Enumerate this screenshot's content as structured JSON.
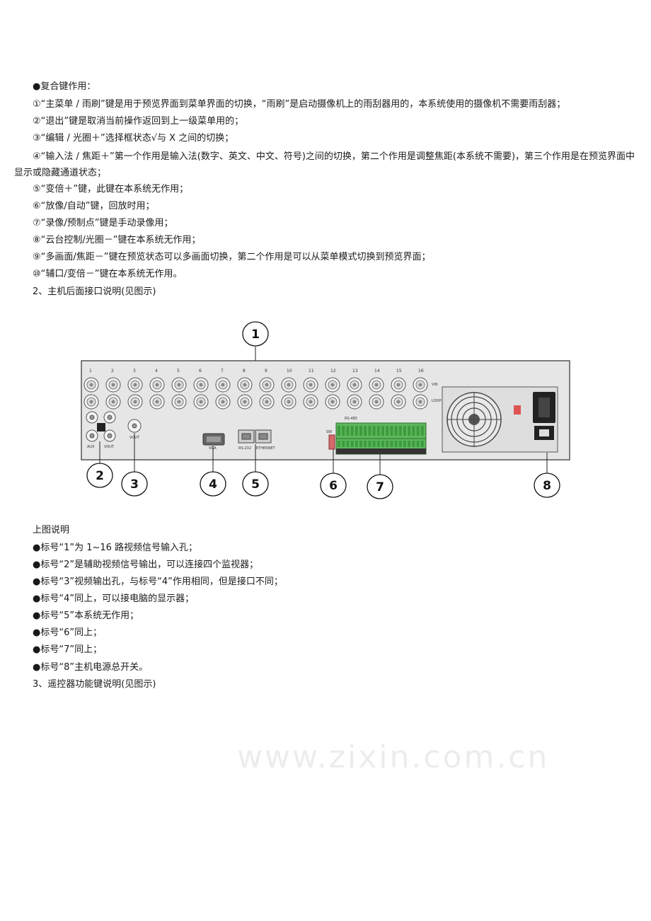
{
  "intro": {
    "heading": "●复合键作用：",
    "items": [
      "①“主菜单 / 雨刷”键是用于预览界面到菜单界面的切换，“雨刷”是启动摄像机上的雨刮器用的，本系统使用的摄像机不需要雨刮器；",
      "②“退出”键是取消当前操作返回到上一级菜单用的；",
      "③“编辑 / 光圈＋”选择框状态√与 X 之间的切换；",
      "④“输入法 / 焦距＋”第一个作用是输入法(数字、英文、中文、符号)之间的切换，第二个作用是调整焦距(本系统不需要)，第三个作用是在预览界面中显示或隐藏通道状态；",
      "⑤“变倍＋”键，此键在本系统无作用；",
      "⑥“放像/自动”键，回放时用；",
      "⑦“录像/预制点”键是手动录像用；",
      "⑧“云台控制/光圈－”键在本系统无作用；",
      "⑨“多画面/焦距－”键在预览状态可以多画面切换，第二个作用是可以从菜单模式切换到预览界面；",
      "⑩“辅口/变倍－”键在本系统无作用。"
    ]
  },
  "section2_title": "2、主机后面接口说明(见图示)",
  "figure": {
    "callouts": [
      "1",
      "2",
      "3",
      "4",
      "5",
      "6",
      "7",
      "8"
    ],
    "channel_numbers": [
      "1",
      "2",
      "3",
      "4",
      "5",
      "6",
      "7",
      "8",
      "9",
      "10",
      "11",
      "12",
      "13",
      "14",
      "15",
      "16"
    ],
    "panel_labels": {
      "vin": "VIN",
      "loop": "LOOP VOUT",
      "aux": "AUX",
      "vout_left": "VOUT",
      "vout": "VOUT",
      "vga": "VGA",
      "rs232": "RS-232",
      "ethernet": "ETHERNET",
      "sw": "SW",
      "rs485": "RS-485"
    },
    "watermark": "www.zixin.com.cn"
  },
  "caption": {
    "title": "上图说明",
    "items": [
      "●标号“1”为 1~16 路视频信号输入孔；",
      "●标号“2”是辅助视频信号输出，可以连接四个监视器；",
      "●标号“3”视频输出孔，与标号“4”作用相同，但是接口不同；",
      "●标号“4”同上，可以接电脑的显示器；",
      "●标号“5”本系统无作用；",
      "●标号“6”同上；",
      "●标号“7”同上；",
      "●标号“8”主机电源总开关。"
    ]
  },
  "section3_title": "3、遥控器功能键说明(见图示)"
}
